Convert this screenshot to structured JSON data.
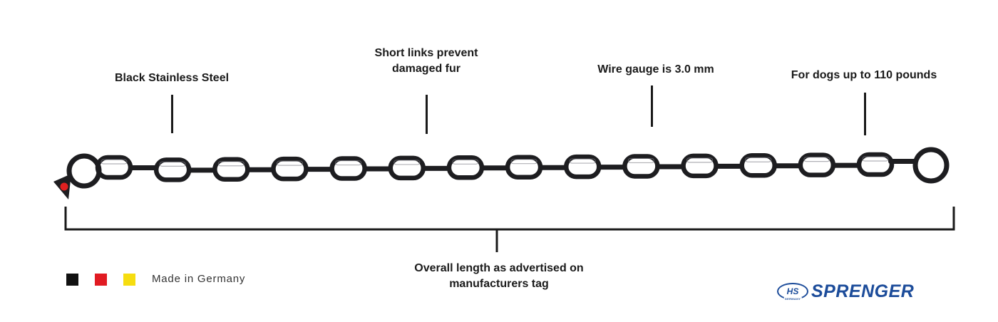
{
  "callouts": {
    "material": "Black Stainless Steel",
    "links_line1": "Short links prevent",
    "links_line2": "damaged fur",
    "gauge": "Wire gauge is 3.0 mm",
    "dogs": "For dogs up to 110 pounds"
  },
  "length": {
    "line1": "Overall length as advertised on",
    "line2": "manufacturers tag"
  },
  "origin": {
    "text": "Made in Germany",
    "flag_colors": [
      "#111111",
      "#e11b22",
      "#f6dd10"
    ]
  },
  "brand": {
    "badge": "HS",
    "badge_sub": "GERMANY",
    "name": "SPRENGER",
    "color": "#1c4c9a"
  },
  "chain": {
    "color": "#1d1d20",
    "tag_color": "#e02020",
    "link_count": 14
  }
}
